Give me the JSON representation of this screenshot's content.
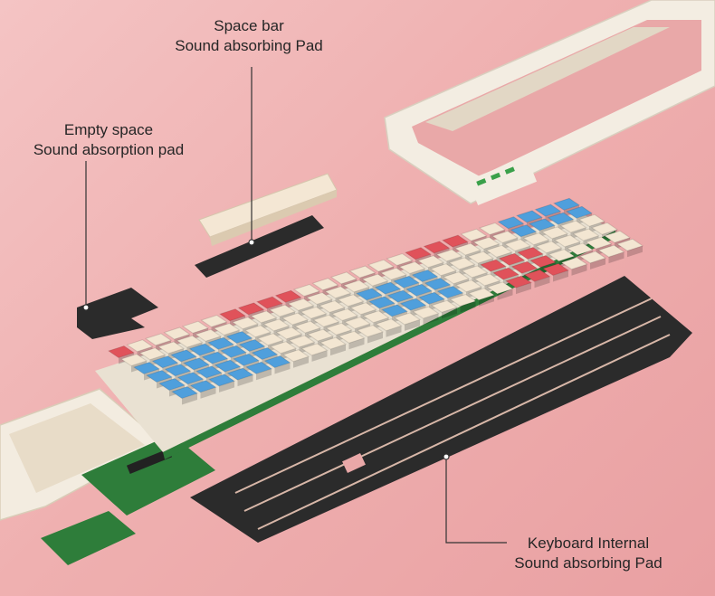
{
  "labels": {
    "space_bar": {
      "line1": "Space bar",
      "line2": "Sound absorbing Pad"
    },
    "empty_space": {
      "line1": "Empty space",
      "line2": "Sound absorption pad"
    },
    "internal": {
      "line1": "Keyboard Internal",
      "line2": "Sound absorbing Pad"
    }
  },
  "colors": {
    "background": "#f0b8b8",
    "keycap_cream": "#f3e6d2",
    "keycap_blue": "#4f9fdc",
    "keycap_red": "#e0525a",
    "felt": "#2a2a2a",
    "frame": "#f2ece0",
    "pcb": "#2f7d3a",
    "leader_line": "#333333"
  }
}
